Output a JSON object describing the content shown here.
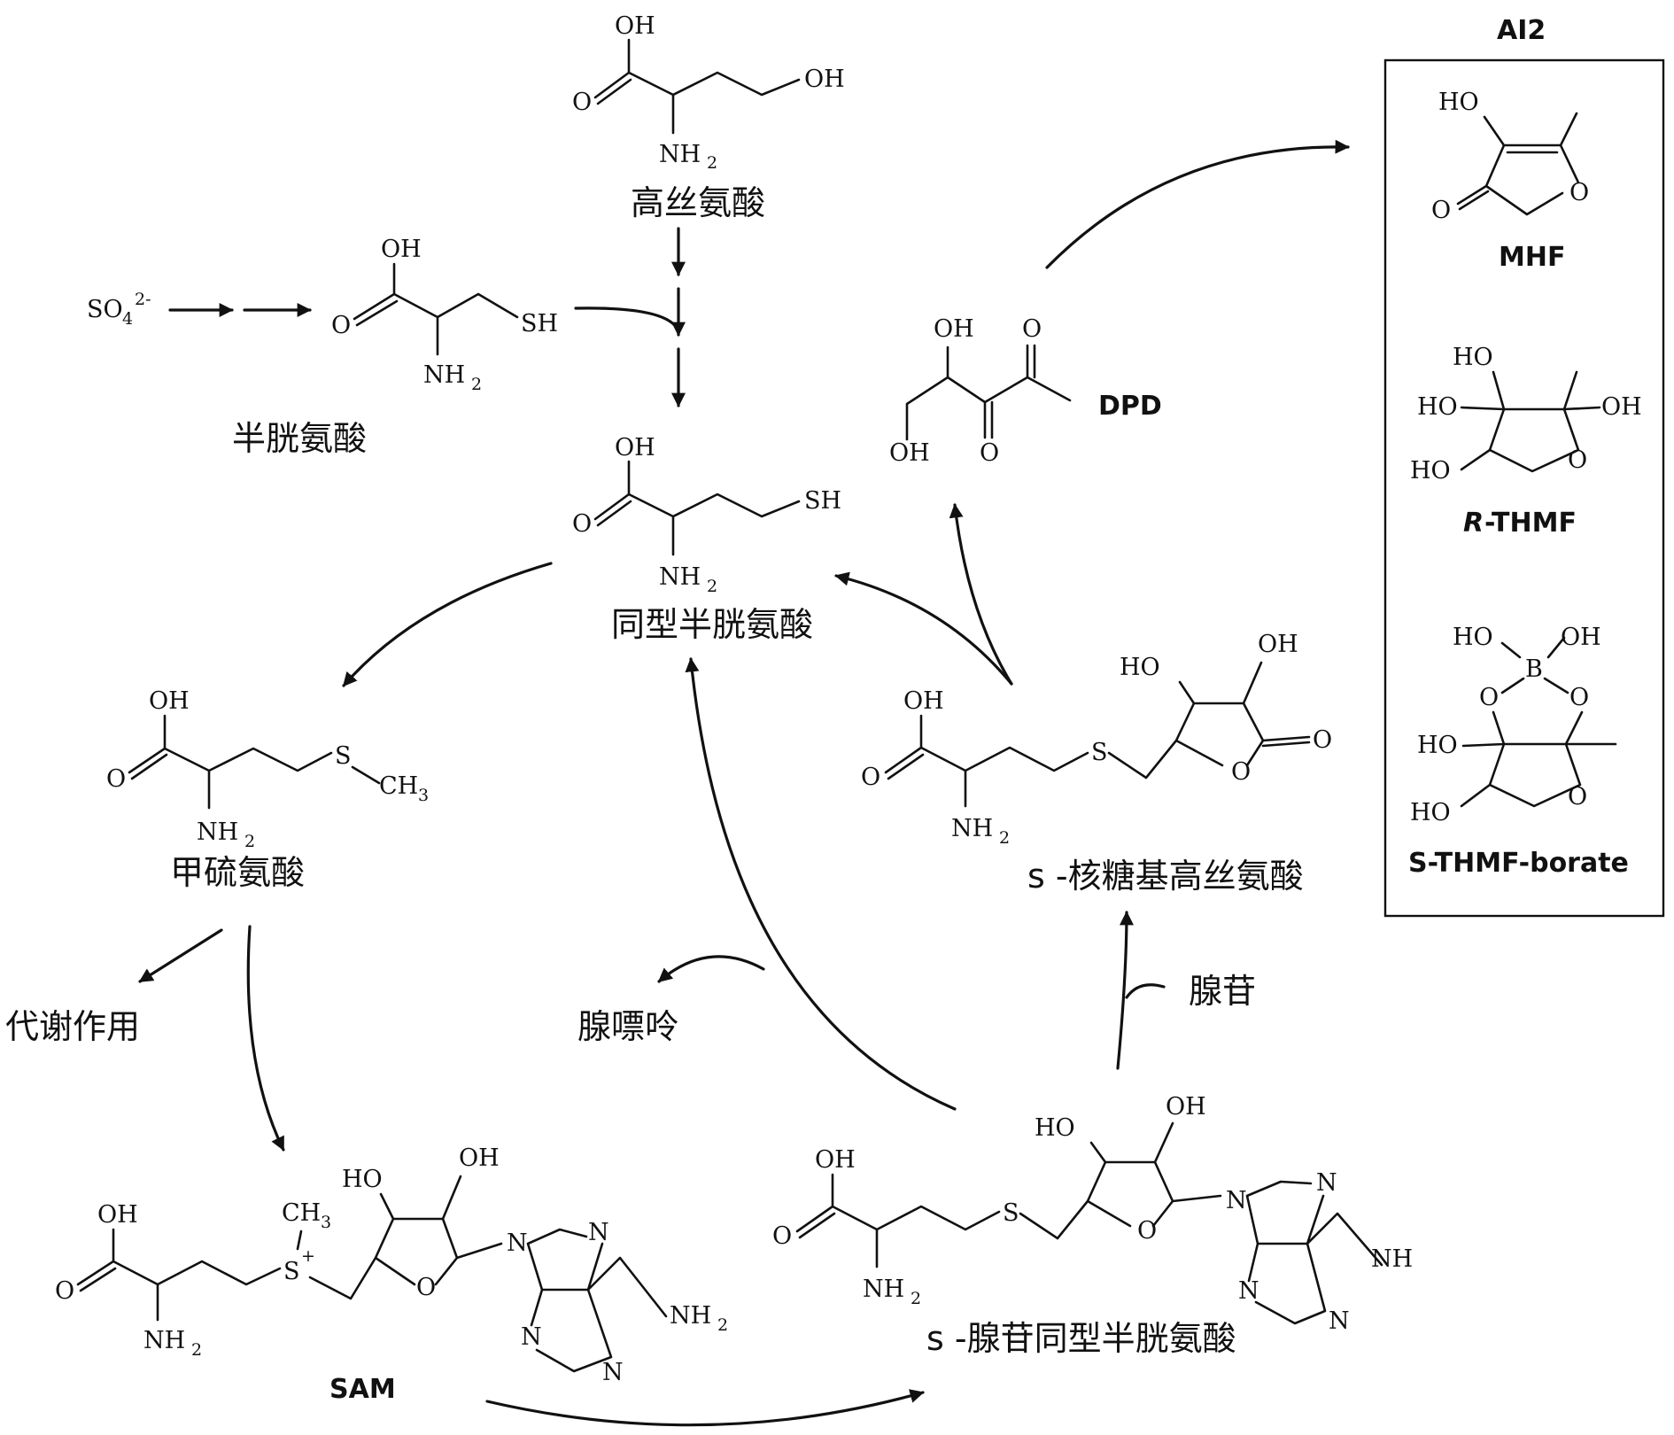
{
  "diagram": {
    "compounds": {
      "homoserine": "高丝氨酸",
      "cysteine": "半胱氨酸",
      "homocysteine": "同型半胱氨酸",
      "methionine": "甲硫氨酸",
      "sam": "SAM",
      "sah": "s -腺苷同型半胱氨酸",
      "srh": "s -核糖基高丝氨酸",
      "dpd": "DPD"
    },
    "side_products": {
      "metabolism": "代谢作用",
      "adenine": "腺嘌呤",
      "adenosine": "腺苷"
    },
    "sulfate": {
      "base": "SO",
      "sub": "4",
      "sup": "2-"
    },
    "ai2_box": {
      "title": "AI2",
      "mhf": "MHF",
      "rthmf_r": "R",
      "rthmf_rest": "-THMF",
      "sthmf": "S-THMF-borate"
    },
    "atoms": {
      "oh": "OH",
      "ho": "HO",
      "o": "O",
      "sh": "SH",
      "s": "S",
      "s_plus": "S",
      "plus": "+",
      "nh": "NH",
      "nh2_n": "NH",
      "sub2": "2",
      "ch": "CH",
      "sub3": "3",
      "n": "N",
      "b": "B"
    }
  }
}
